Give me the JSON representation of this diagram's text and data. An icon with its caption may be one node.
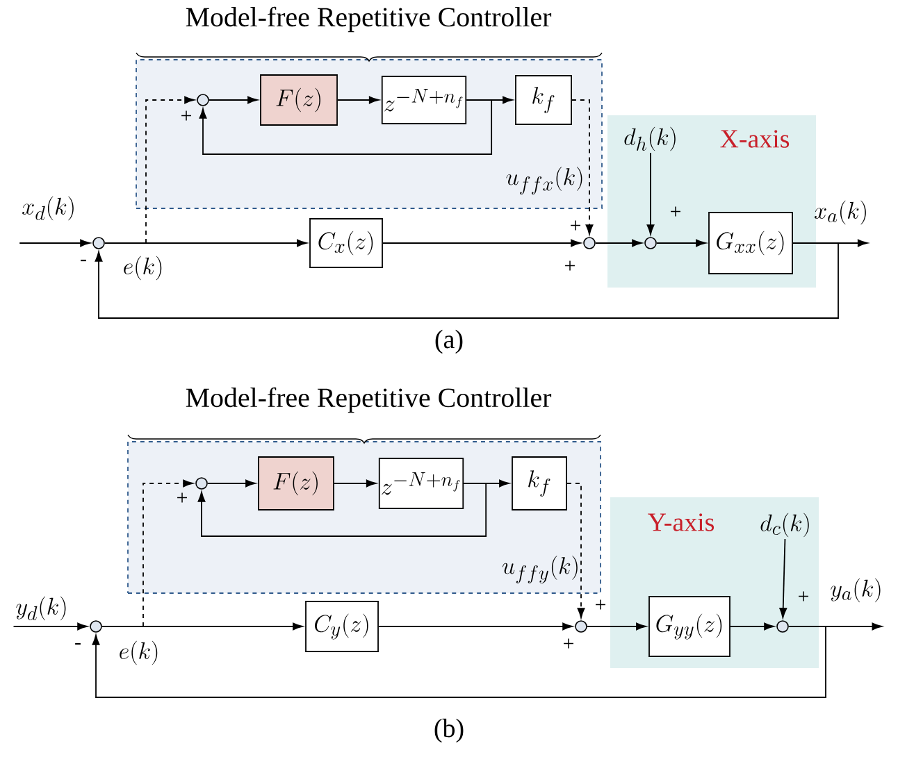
{
  "diagram": {
    "nodes": [
      {
        "text": [
          "Model-free Repetitive Controller"
        ]
      },
      {
        "text": [],
        "shape": "circle",
        "in": 0
      },
      {
        "text": [
          "F(z)"
        ],
        "in": 0
      },
      {
        "text": [
          "z^{-N+n_f}"
        ],
        "in": 0
      },
      {
        "text": [
          "k_f"
        ],
        "in": 0
      },
      {
        "text": [
          "X-axis"
        ]
      },
      {
        "text": [
          "x_d(k)"
        ]
      },
      {
        "text": [],
        "shape": "circle"
      },
      {
        "text": [
          "C_x(z)"
        ]
      },
      {
        "text": [],
        "shape": "circle"
      },
      {
        "text": [
          "d_h(k)"
        ],
        "in": 5
      },
      {
        "text": [],
        "shape": "circle",
        "in": 5
      },
      {
        "text": [
          "G_{xx}(z)"
        ],
        "in": 5
      },
      {
        "text": [
          "x_a(k)"
        ]
      },
      {
        "text": [
          "Model-free Repetitive Controller"
        ]
      },
      {
        "text": [],
        "shape": "circle",
        "in": 14
      },
      {
        "text": [
          "F(z)"
        ],
        "in": 14
      },
      {
        "text": [
          "z^{-N+n_f}"
        ],
        "in": 14
      },
      {
        "text": [
          "k_f"
        ],
        "in": 14
      },
      {
        "text": [
          "Y-axis"
        ]
      },
      {
        "text": [
          "y_d(k)"
        ]
      },
      {
        "text": [],
        "shape": "circle"
      },
      {
        "text": [
          "C_y(z)"
        ]
      },
      {
        "text": [],
        "shape": "circle"
      },
      {
        "text": [
          "G_{yy}(z)"
        ],
        "in": 19
      },
      {
        "text": [
          "d_c(k)"
        ],
        "in": 19
      },
      {
        "text": [],
        "shape": "circle",
        "in": 19
      },
      {
        "text": [
          "y_a(k)"
        ]
      }
    ],
    "edges": [
      {
        "from": 6,
        "to": 7,
        "arrow": "to"
      },
      {
        "from": 7,
        "to": 8,
        "arrow": "to",
        "label": "e(k)"
      },
      {
        "from": 7,
        "to": 1,
        "arrow": "to",
        "style": "dashed"
      },
      {
        "from": 1,
        "to": 2,
        "arrow": "to"
      },
      {
        "from": 2,
        "to": 3,
        "arrow": "to"
      },
      {
        "from": 3,
        "to": 4,
        "arrow": "to"
      },
      {
        "from": 3,
        "to": 1,
        "arrow": "to"
      },
      {
        "from": 4,
        "to": 9,
        "arrow": "to",
        "style": "dashed",
        "label": "u_{ffx}(k)"
      },
      {
        "from": 8,
        "to": 9,
        "arrow": "to"
      },
      {
        "from": 9,
        "to": 11,
        "arrow": "to"
      },
      {
        "from": 10,
        "to": 11,
        "arrow": "to"
      },
      {
        "from": 11,
        "to": 12,
        "arrow": "to"
      },
      {
        "from": 12,
        "to": 13,
        "arrow": "to"
      },
      {
        "from": 12,
        "to": 7,
        "arrow": "to"
      },
      {
        "from": 20,
        "to": 21,
        "arrow": "to"
      },
      {
        "from": 21,
        "to": 22,
        "arrow": "to",
        "label": "e(k)"
      },
      {
        "from": 21,
        "to": 15,
        "arrow": "to",
        "style": "dashed"
      },
      {
        "from": 15,
        "to": 16,
        "arrow": "to"
      },
      {
        "from": 16,
        "to": 17,
        "arrow": "to"
      },
      {
        "from": 17,
        "to": 18,
        "arrow": "to"
      },
      {
        "from": 17,
        "to": 15,
        "arrow": "to"
      },
      {
        "from": 18,
        "to": 23,
        "arrow": "to",
        "style": "dashed",
        "label": "u_{ffy}(k)"
      },
      {
        "from": 22,
        "to": 23,
        "arrow": "to"
      },
      {
        "from": 23,
        "to": 24,
        "arrow": "to"
      },
      {
        "from": 24,
        "to": 26,
        "arrow": "to"
      },
      {
        "from": 25,
        "to": 26,
        "arrow": "to"
      },
      {
        "from": 26,
        "to": 27,
        "arrow": "to"
      },
      {
        "from": 26,
        "to": 21,
        "arrow": "to"
      }
    ],
    "labels": [
      "-",
      "+",
      "+",
      "+",
      "+",
      "(a)",
      "-",
      "+",
      "+",
      "+",
      "+",
      "(b)"
    ]
  }
}
